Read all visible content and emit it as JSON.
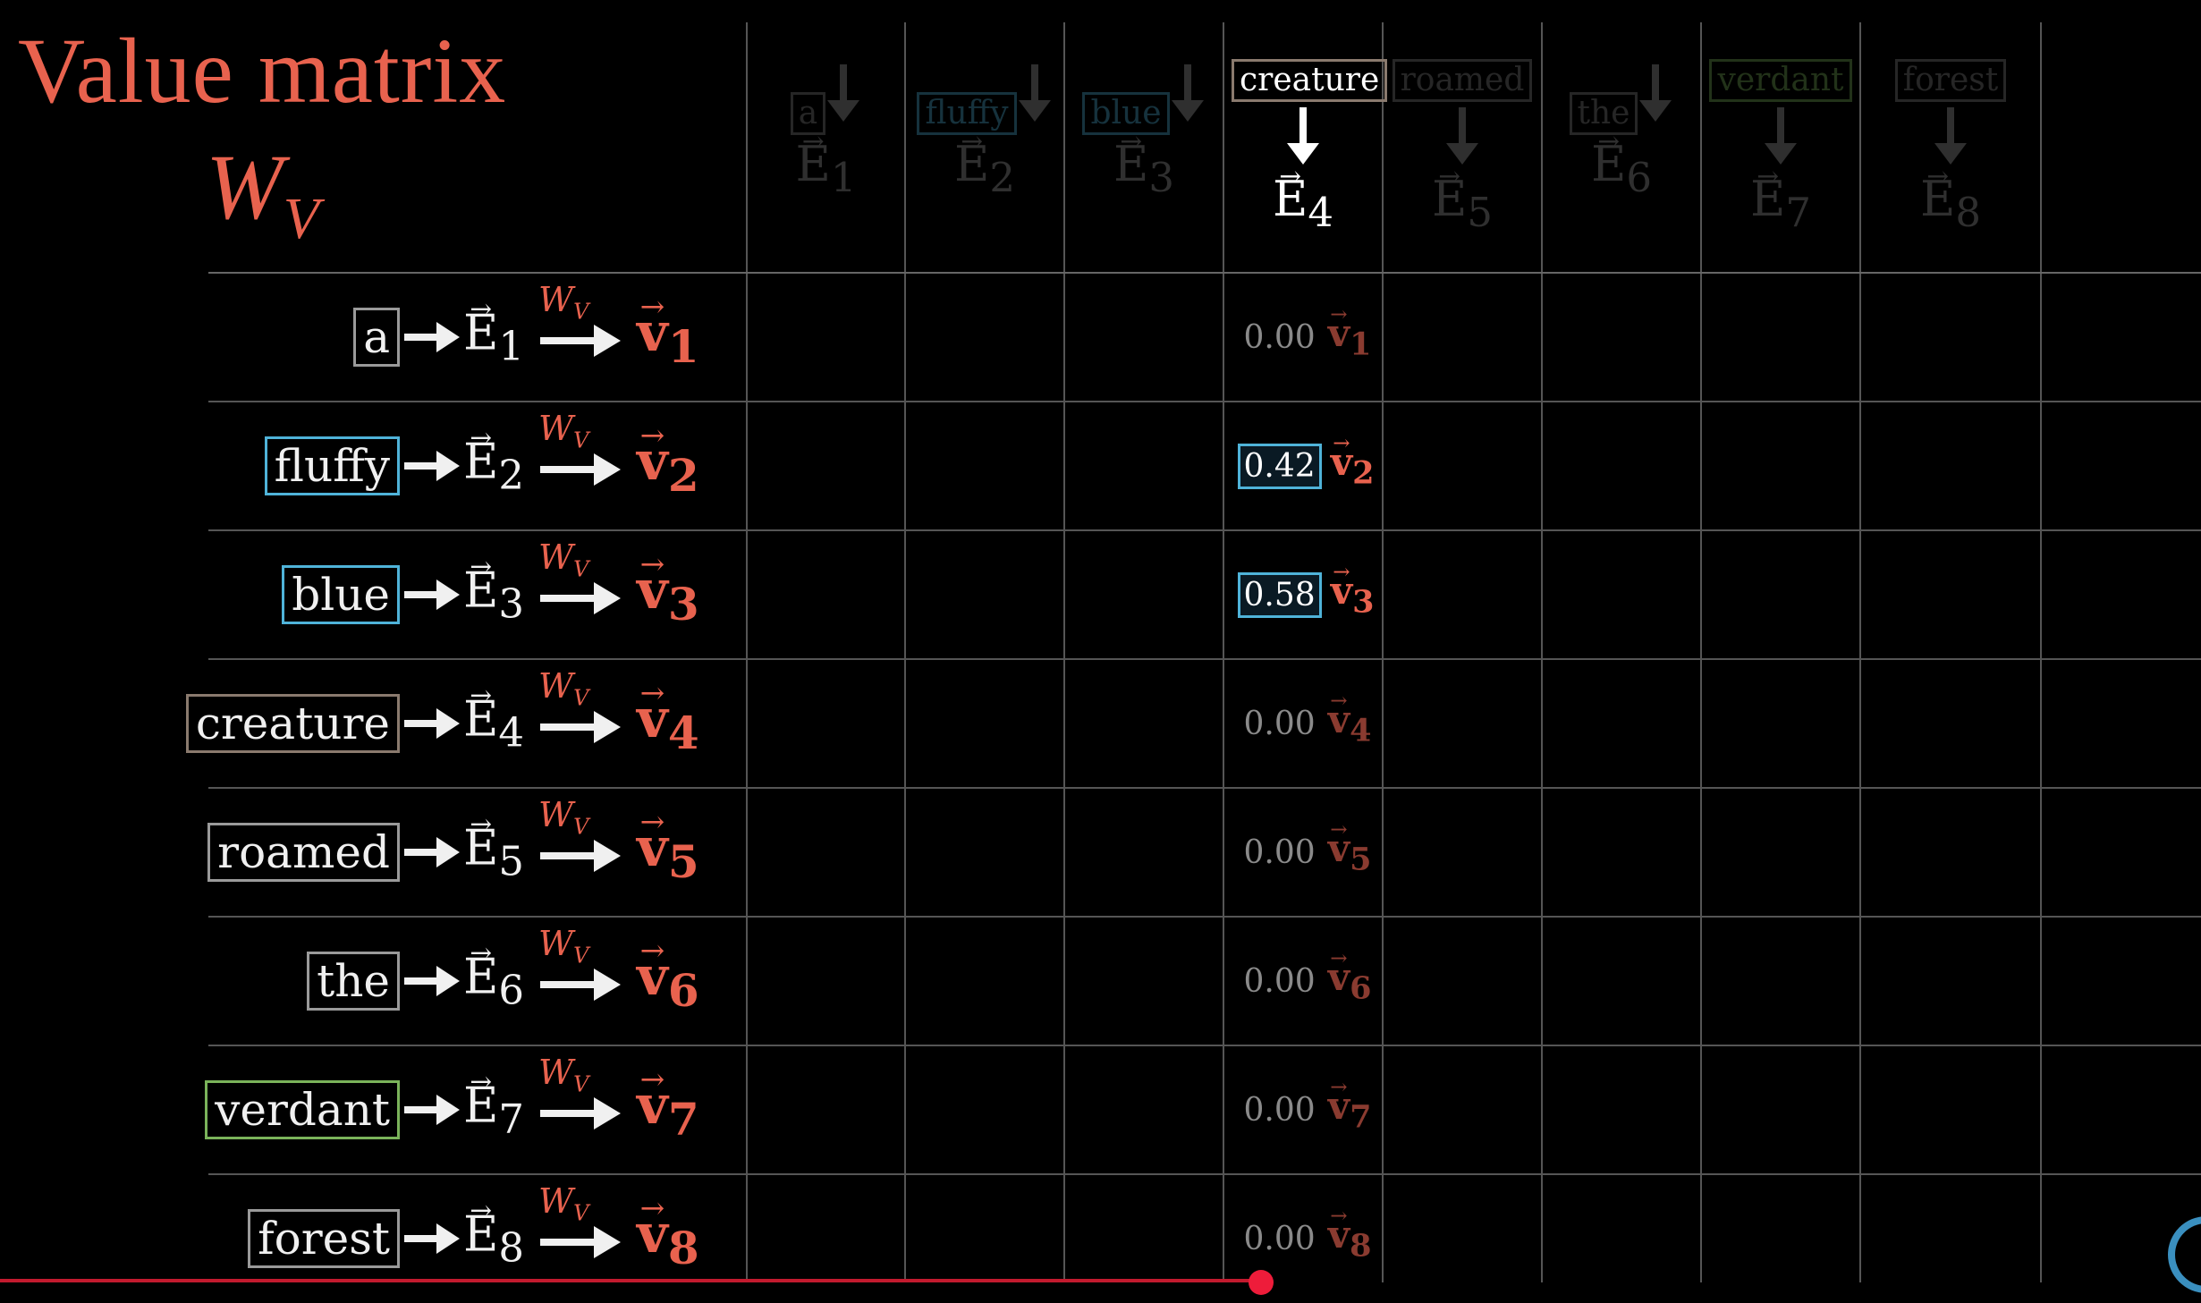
{
  "title": "Value matrix",
  "matrix_symbol": "W",
  "matrix_subscript": "V",
  "column_words": [
    {
      "word": "a",
      "color": "#8a8a8a",
      "vec": "E",
      "sub": "1",
      "active": false
    },
    {
      "word": "fluffy",
      "color": "#4fb3d9",
      "vec": "E",
      "sub": "2",
      "active": false
    },
    {
      "word": "blue",
      "color": "#4fb3d9",
      "vec": "E",
      "sub": "3",
      "active": false
    },
    {
      "word": "creature",
      "color": "#8a7a6e",
      "vec": "E",
      "sub": "4",
      "active": true
    },
    {
      "word": "roamed",
      "color": "#8a8a8a",
      "vec": "E",
      "sub": "5",
      "active": false
    },
    {
      "word": "the",
      "color": "#8a8a8a",
      "vec": "E",
      "sub": "6",
      "active": false
    },
    {
      "word": "verdant",
      "color": "#7ab35a",
      "vec": "E",
      "sub": "7",
      "active": false
    },
    {
      "word": "forest",
      "color": "#8a8a8a",
      "vec": "E",
      "sub": "8",
      "active": false
    }
  ],
  "rows": [
    {
      "word": "a",
      "color": "#9a9a9a",
      "E": "E",
      "V": "v",
      "sub": "1",
      "weight": "0.00",
      "highlight": false
    },
    {
      "word": "fluffy",
      "color": "#4fb3d9",
      "E": "E",
      "V": "v",
      "sub": "2",
      "weight": "0.42",
      "highlight": true
    },
    {
      "word": "blue",
      "color": "#4fb3d9",
      "E": "E",
      "V": "v",
      "sub": "3",
      "weight": "0.58",
      "highlight": true
    },
    {
      "word": "creature",
      "color": "#8a7a6e",
      "E": "E",
      "V": "v",
      "sub": "4",
      "weight": "0.00",
      "highlight": false
    },
    {
      "word": "roamed",
      "color": "#9a9a9a",
      "E": "E",
      "V": "v",
      "sub": "5",
      "weight": "0.00",
      "highlight": false
    },
    {
      "word": "the",
      "color": "#9a9a9a",
      "E": "E",
      "V": "v",
      "sub": "6",
      "weight": "0.00",
      "highlight": false
    },
    {
      "word": "verdant",
      "color": "#7ab35a",
      "E": "E",
      "V": "v",
      "sub": "7",
      "weight": "0.00",
      "highlight": false
    },
    {
      "word": "forest",
      "color": "#9a9a9a",
      "E": "E",
      "V": "v",
      "sub": "8",
      "weight": "0.00",
      "highlight": false
    }
  ],
  "wv_label": "W",
  "wv_sub": "V"
}
